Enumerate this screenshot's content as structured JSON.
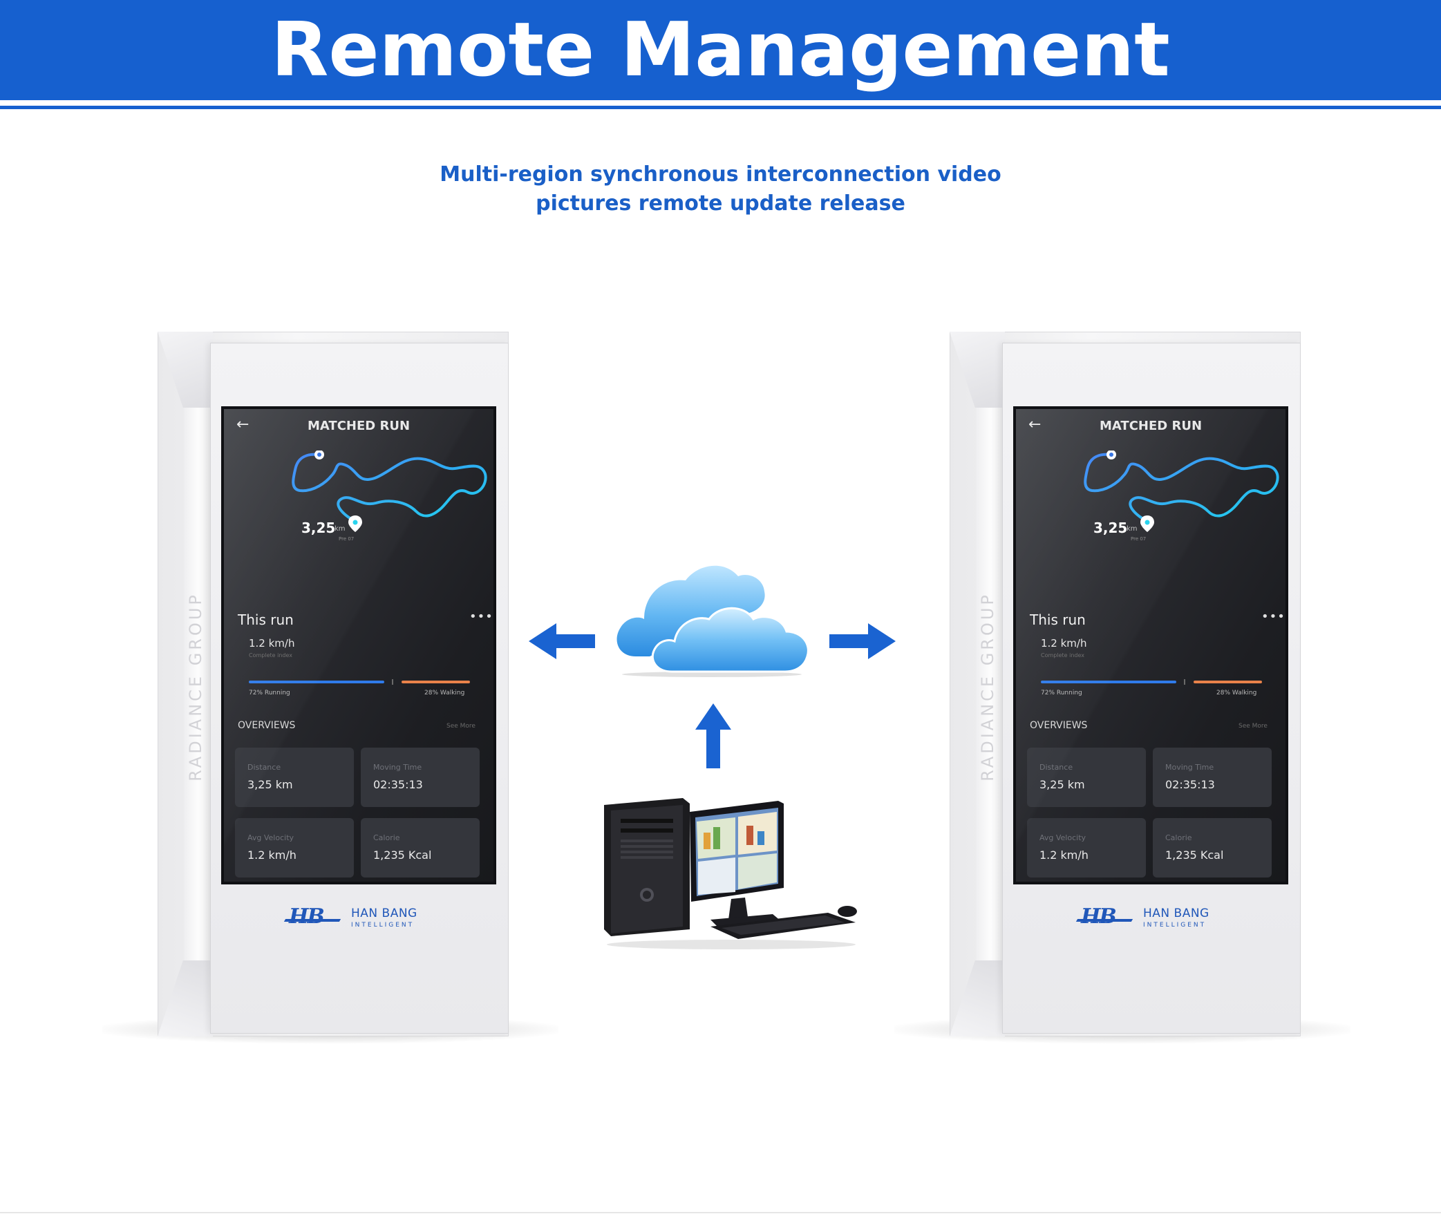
{
  "header": {
    "title": "Remote Management"
  },
  "subtitle": {
    "line1": "Multi-region synchronous interconnection video",
    "line2": "pictures remote update release"
  },
  "colors": {
    "brand_blue": "#1660cf",
    "subtitle_blue": "#1a5fc7",
    "arrow_blue": "#1a63d1",
    "route_blue": "#3b82f6",
    "route_cyan": "#22d3ee",
    "run_bar": "#2f7bea",
    "walk_bar": "#e9824a"
  },
  "icons": [
    "cloud-icon",
    "arrow-left-icon",
    "arrow-right-icon",
    "arrow-up-icon",
    "desktop-computer-icon",
    "back-arrow-icon",
    "more-icon",
    "location-pin-icon",
    "route-map-icon",
    "han-bang-logo"
  ],
  "kiosks": [
    {
      "side_text": "RADIANCE GROUP",
      "screen": {
        "back": "←",
        "title": "MATCHED RUN",
        "distance_value": "3,25",
        "distance_unit": "km",
        "distance_sub": "Pre 07",
        "section_title": "This run",
        "more": "•••",
        "speed": "1.2 km/h",
        "speed_sub": "Complete index",
        "running_label": "72% Running",
        "walking_label": "28% Walking",
        "running_fraction": 0.72,
        "walking_fraction": 0.28,
        "overviews": "OVERVIEWS",
        "see_more": "See More",
        "tiles": [
          {
            "label": "Distance",
            "value": "3,25 km"
          },
          {
            "label": "Moving Time",
            "value": "02:35:13"
          },
          {
            "label": "Avg Velocity",
            "value": "1.2 km/h"
          },
          {
            "label": "Calorie",
            "value": "1,235 Kcal"
          }
        ]
      },
      "logo": {
        "mark": "HB",
        "name": "HAN BANG",
        "sub": "INTELLIGENT"
      }
    },
    {
      "side_text": "RADIANCE GROUP",
      "screen": {
        "back": "←",
        "title": "MATCHED RUN",
        "distance_value": "3,25",
        "distance_unit": "km",
        "distance_sub": "Pre 07",
        "section_title": "This run",
        "more": "•••",
        "speed": "1.2 km/h",
        "speed_sub": "Complete index",
        "running_label": "72% Running",
        "walking_label": "28% Walking",
        "running_fraction": 0.72,
        "walking_fraction": 0.28,
        "overviews": "OVERVIEWS",
        "see_more": "See More",
        "tiles": [
          {
            "label": "Distance",
            "value": "3,25 km"
          },
          {
            "label": "Moving Time",
            "value": "02:35:13"
          },
          {
            "label": "Avg Velocity",
            "value": "1.2 km/h"
          },
          {
            "label": "Calorie",
            "value": "1,235 Kcal"
          }
        ]
      },
      "logo": {
        "mark": "HB",
        "name": "HAN BANG",
        "sub": "INTELLIGENT"
      }
    }
  ]
}
